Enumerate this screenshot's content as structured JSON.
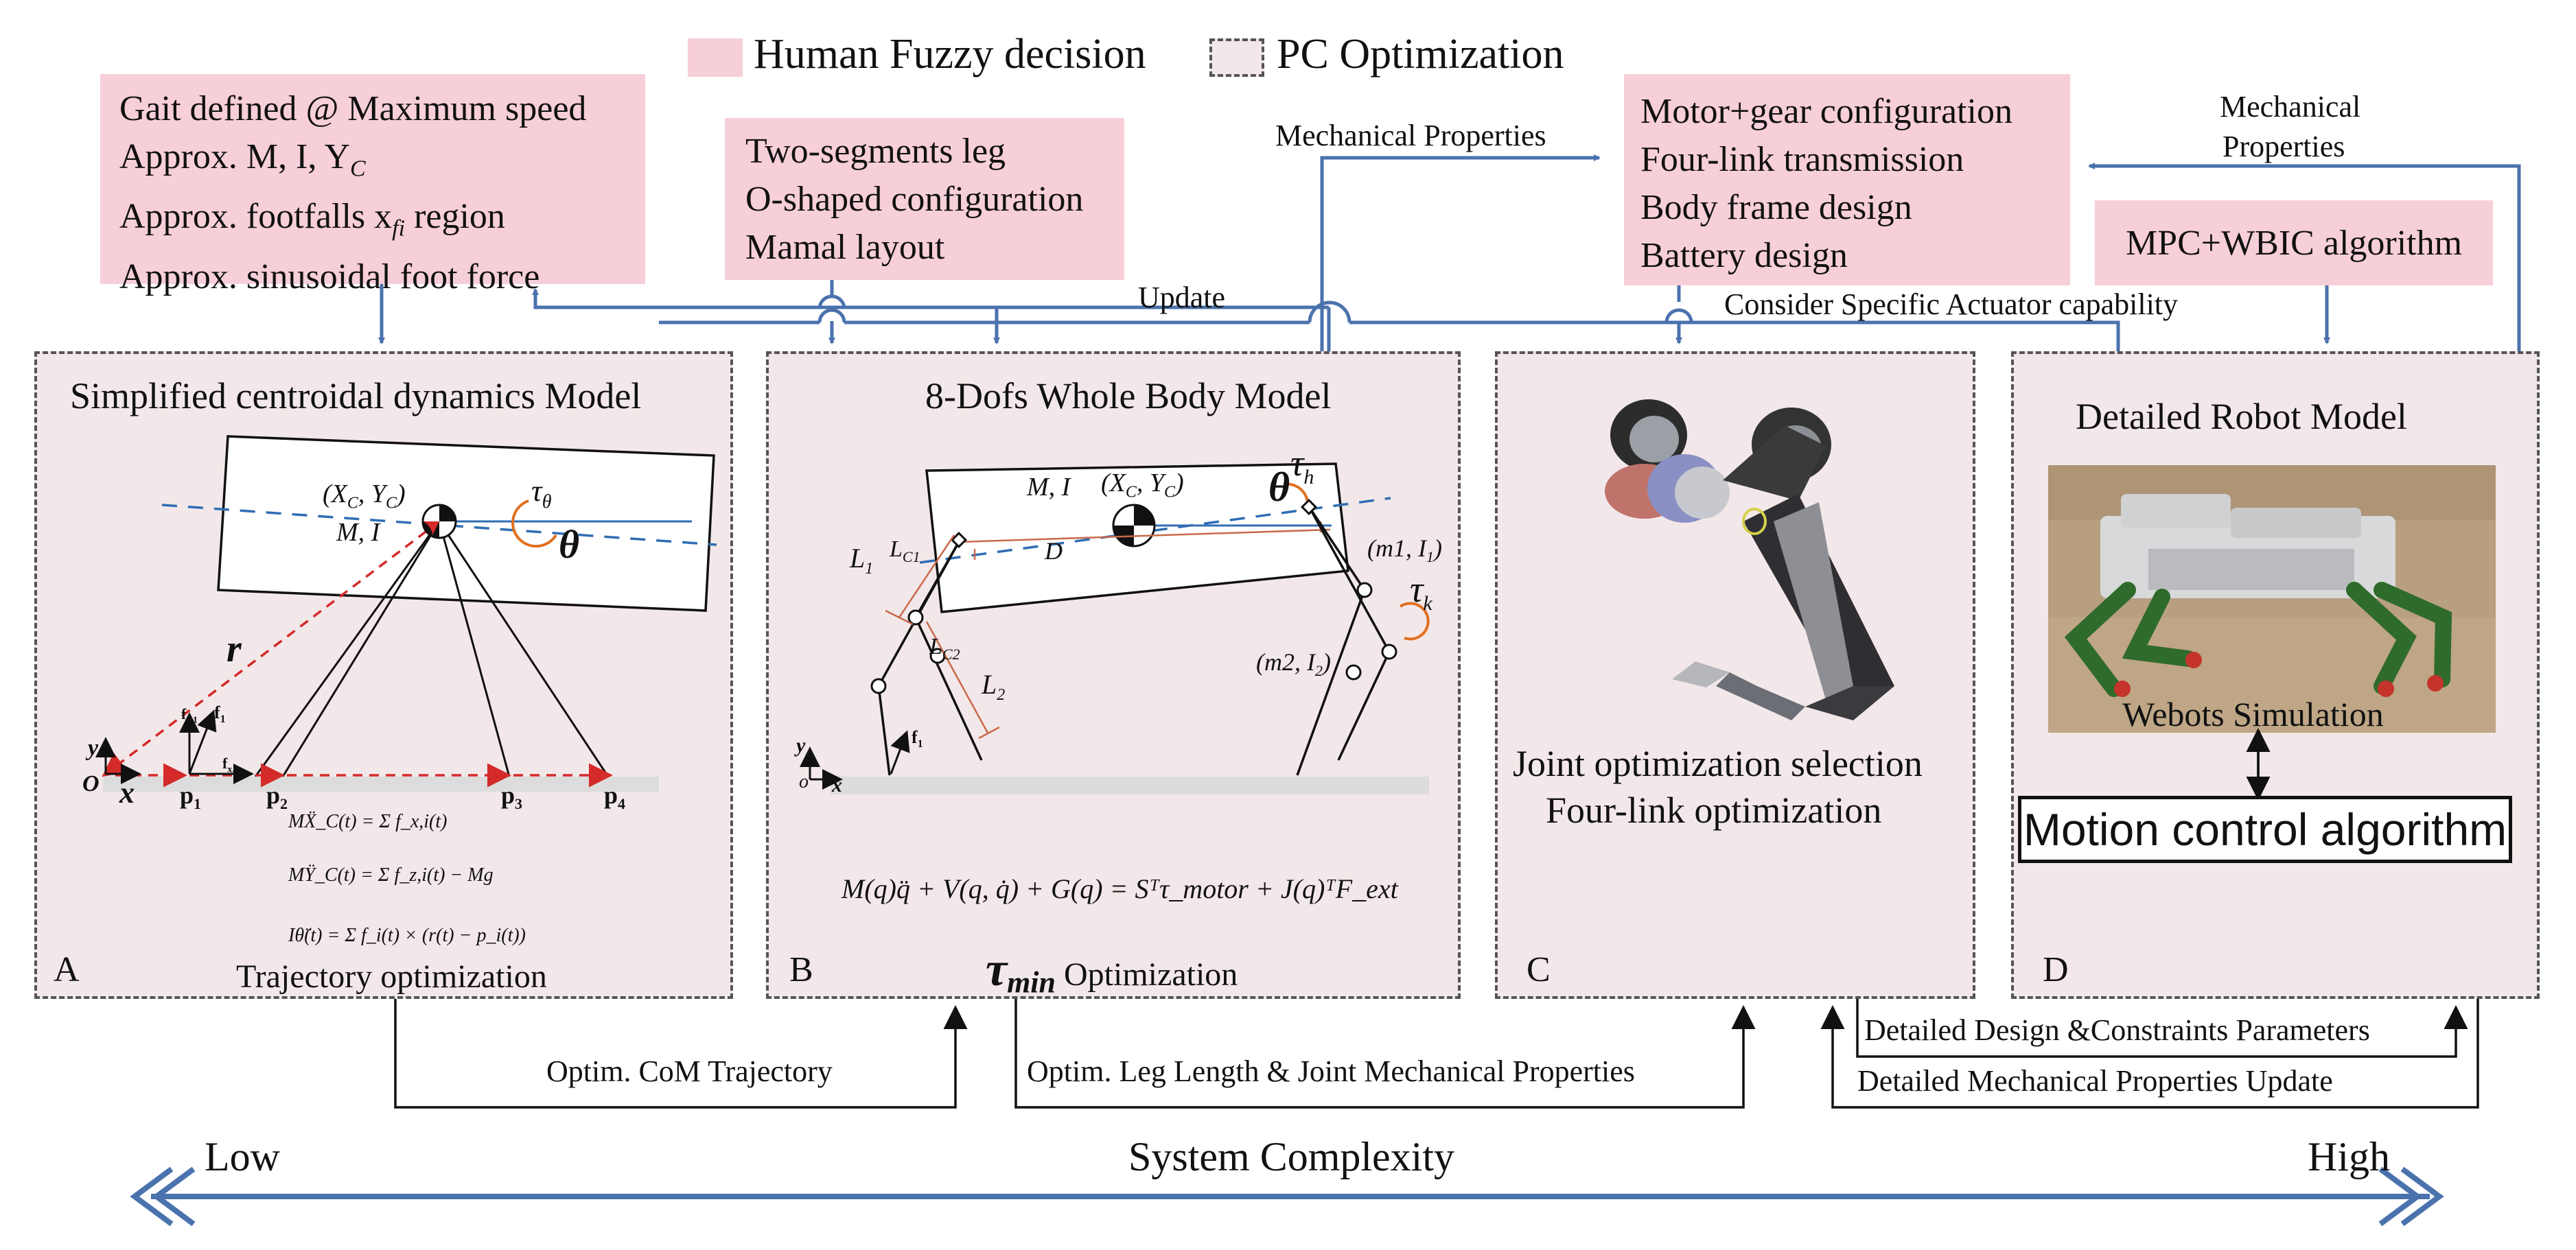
{
  "legend": {
    "human_label": "Human Fuzzy decision",
    "pc_label": "PC Optimization",
    "human_color": "#f7cfd8",
    "pc_color": "#f3e8e9"
  },
  "top_boxes": {
    "box1": [
      "Gait defined @ Maximum speed",
      "Approx. M, I, Y",
      "Approx. footfalls x",
      "Approx. sinusoidal foot force"
    ],
    "box1_subs": {
      "yc_sub": "C",
      "xfi_sub": "fi"
    },
    "box2": [
      "Two-segments leg",
      "O-shaped  configuration",
      "Mamal layout"
    ],
    "box3": [
      "Motor+gear configuration",
      "Four-link transmission",
      "Body frame design",
      "Battery design"
    ],
    "box4": [
      "MPC+WBIC algorithm"
    ]
  },
  "flow_labels": {
    "mech_props_left": "Mechanical Properties",
    "mech_props_right_1": "Mechanical",
    "mech_props_right_2": "Properties",
    "update": "Update",
    "consider": "Consider Specific Actuator capability"
  },
  "panels": {
    "A": {
      "title": "Simplified centroidal dynamics Model",
      "letter": "A",
      "caption": "Trajectory optimization",
      "labels": {
        "xcyc": "(X",
        "mi": "M, I",
        "tau": "τ",
        "tau_sub": "θ",
        "theta": "θ",
        "r": "r",
        "o": "O",
        "x": "x",
        "y": "y",
        "p1": "p",
        "p2": "p",
        "p3": "p",
        "p4": "p",
        "p1_sub": "1",
        "p2_sub": "2",
        "p3_sub": "3",
        "p4_sub": "4",
        "f1": "f",
        "fz1": "f",
        "fx1": "f",
        "f1_sub": "1",
        "fz1_sub": "z,1",
        "fx1_sub": "x,1"
      },
      "equations": [
        "MẌ_C(t) = Σ f_x,i(t)",
        "MŸ_C(t) = Σ f_z,i(t) − Mg",
        "Iθ̈(t) = Σ f_i(t) × (r(t) − p_i(t))"
      ]
    },
    "B": {
      "title": "8-Dofs Whole Body Model",
      "letter": "B",
      "caption_symbol": "τ",
      "caption_sub": "min",
      "caption_text": "Optimization",
      "equation": "M(q)q̈ + V(q, q̇) + G(q) = Sᵀτ_motor + J(q)ᵀF_ext",
      "labels": {
        "mi": "M, I",
        "xcyc": "(X",
        "theta": "θ",
        "tau_h": "τ",
        "tau_h_sub": "h",
        "tau_k": "τ",
        "tau_k_sub": "k",
        "m1": "(m1, I",
        "m2": "(m2, I",
        "L1": "L",
        "LC1": "L",
        "LC2": "L",
        "L2": "L",
        "D": "D",
        "f1": "f",
        "x": "x",
        "y": "y",
        "o": "o"
      }
    },
    "C": {
      "letter": "C",
      "line1": "Joint optimization selection",
      "line2": "Four-link optimization"
    },
    "D": {
      "letter": "D",
      "title": "Detailed Robot Model",
      "sim_label": "Webots Simulation",
      "motion": "Motion control algorithm"
    }
  },
  "bottom_labels": {
    "com": "Optim. CoM Trajectory",
    "leg": "Optim. Leg Length & Joint Mechanical Properties",
    "design": "Detailed Design &Constraints Parameters",
    "update": "Detailed Mechanical Properties Update"
  },
  "complexity": {
    "low": "Low",
    "mid": "System Complexity",
    "high": "High",
    "arrow_color": "#4a72ad"
  },
  "colors": {
    "flow": "#4a72ad",
    "dashed_axis": "#2f6db3",
    "red": "#d42a2a",
    "leg_green": "#2f6b2b"
  }
}
